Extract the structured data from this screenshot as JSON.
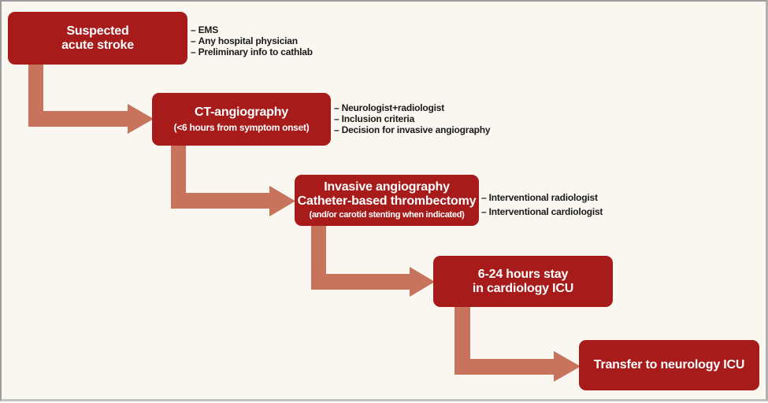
{
  "diagram": {
    "type": "stepwise-flowchart",
    "colors": {
      "box": "#A81B1B",
      "arrow": "#C8735C",
      "background": "#F9F7F0",
      "box_text": "#FFFFFF",
      "note_text": "#1A1A1A"
    },
    "steps": [
      {
        "id": "suspected-stroke",
        "lines": [
          "Suspected",
          "acute stroke"
        ],
        "sub": null,
        "notes": [
          "EMS",
          "Any hospital physician",
          "Preliminary info to cathlab"
        ]
      },
      {
        "id": "ct-angiography",
        "lines": [
          "CT-angiography"
        ],
        "sub": "(<6 hours from symptom onset)",
        "notes": [
          "Neurologist+radiologist",
          "Inclusion criteria",
          "Decision for invasive angiography"
        ]
      },
      {
        "id": "invasive-angiography",
        "lines": [
          "Invasive angiography",
          "Catheter-based thrombectomy"
        ],
        "sub": "(and/or carotid stenting when indicated)",
        "notes": [
          "Interventional radiologist",
          "Interventional cardiologist"
        ]
      },
      {
        "id": "cardiology-icu",
        "lines": [
          "6-24 hours stay",
          "in cardiology ICU"
        ],
        "sub": null,
        "notes": []
      },
      {
        "id": "neurology-icu",
        "lines": [
          "Transfer to neurology ICU"
        ],
        "sub": null,
        "notes": []
      }
    ],
    "connections": [
      {
        "from": "suspected-stroke",
        "to": "ct-angiography"
      },
      {
        "from": "ct-angiography",
        "to": "invasive-angiography"
      },
      {
        "from": "invasive-angiography",
        "to": "cardiology-icu"
      },
      {
        "from": "cardiology-icu",
        "to": "neurology-icu"
      }
    ]
  }
}
